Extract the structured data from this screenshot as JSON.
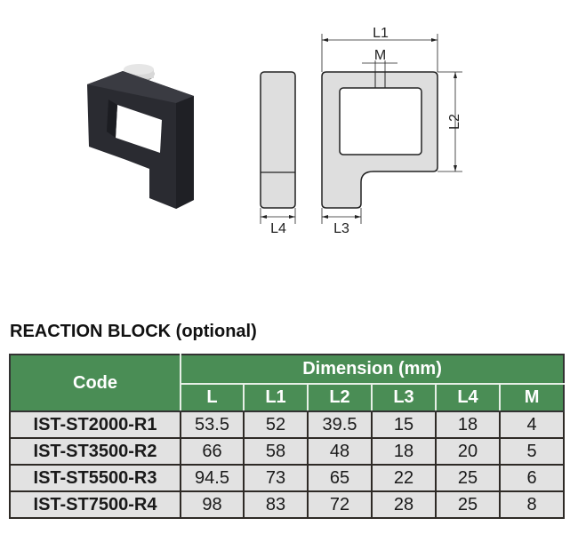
{
  "product_image": {
    "alt": "Black reaction block with knurled thumb screw"
  },
  "drawing": {
    "labels": {
      "l1": "L1",
      "l2": "L2",
      "l3": "L3",
      "l4": "L4",
      "m": "M"
    }
  },
  "section": {
    "title": "REACTION BLOCK (optional)"
  },
  "table": {
    "code_header": "Code",
    "group_header": "Dimension (mm)",
    "columns": [
      "L",
      "L1",
      "L2",
      "L3",
      "L4",
      "M"
    ],
    "rows": [
      {
        "code": "IST-ST2000-R1",
        "values": [
          "53.5",
          "52",
          "39.5",
          "15",
          "18",
          "4"
        ]
      },
      {
        "code": "IST-ST3500-R2",
        "values": [
          "66",
          "58",
          "48",
          "18",
          "20",
          "5"
        ]
      },
      {
        "code": "IST-ST5500-R3",
        "values": [
          "94.5",
          "73",
          "65",
          "22",
          "25",
          "6"
        ]
      },
      {
        "code": "IST-ST7500-R4",
        "values": [
          "98",
          "83",
          "72",
          "28",
          "25",
          "8"
        ]
      }
    ],
    "colors": {
      "header_bg": "#4a8d55",
      "cell_bg": "#e2e2e2",
      "border": "#2e2a26"
    }
  }
}
